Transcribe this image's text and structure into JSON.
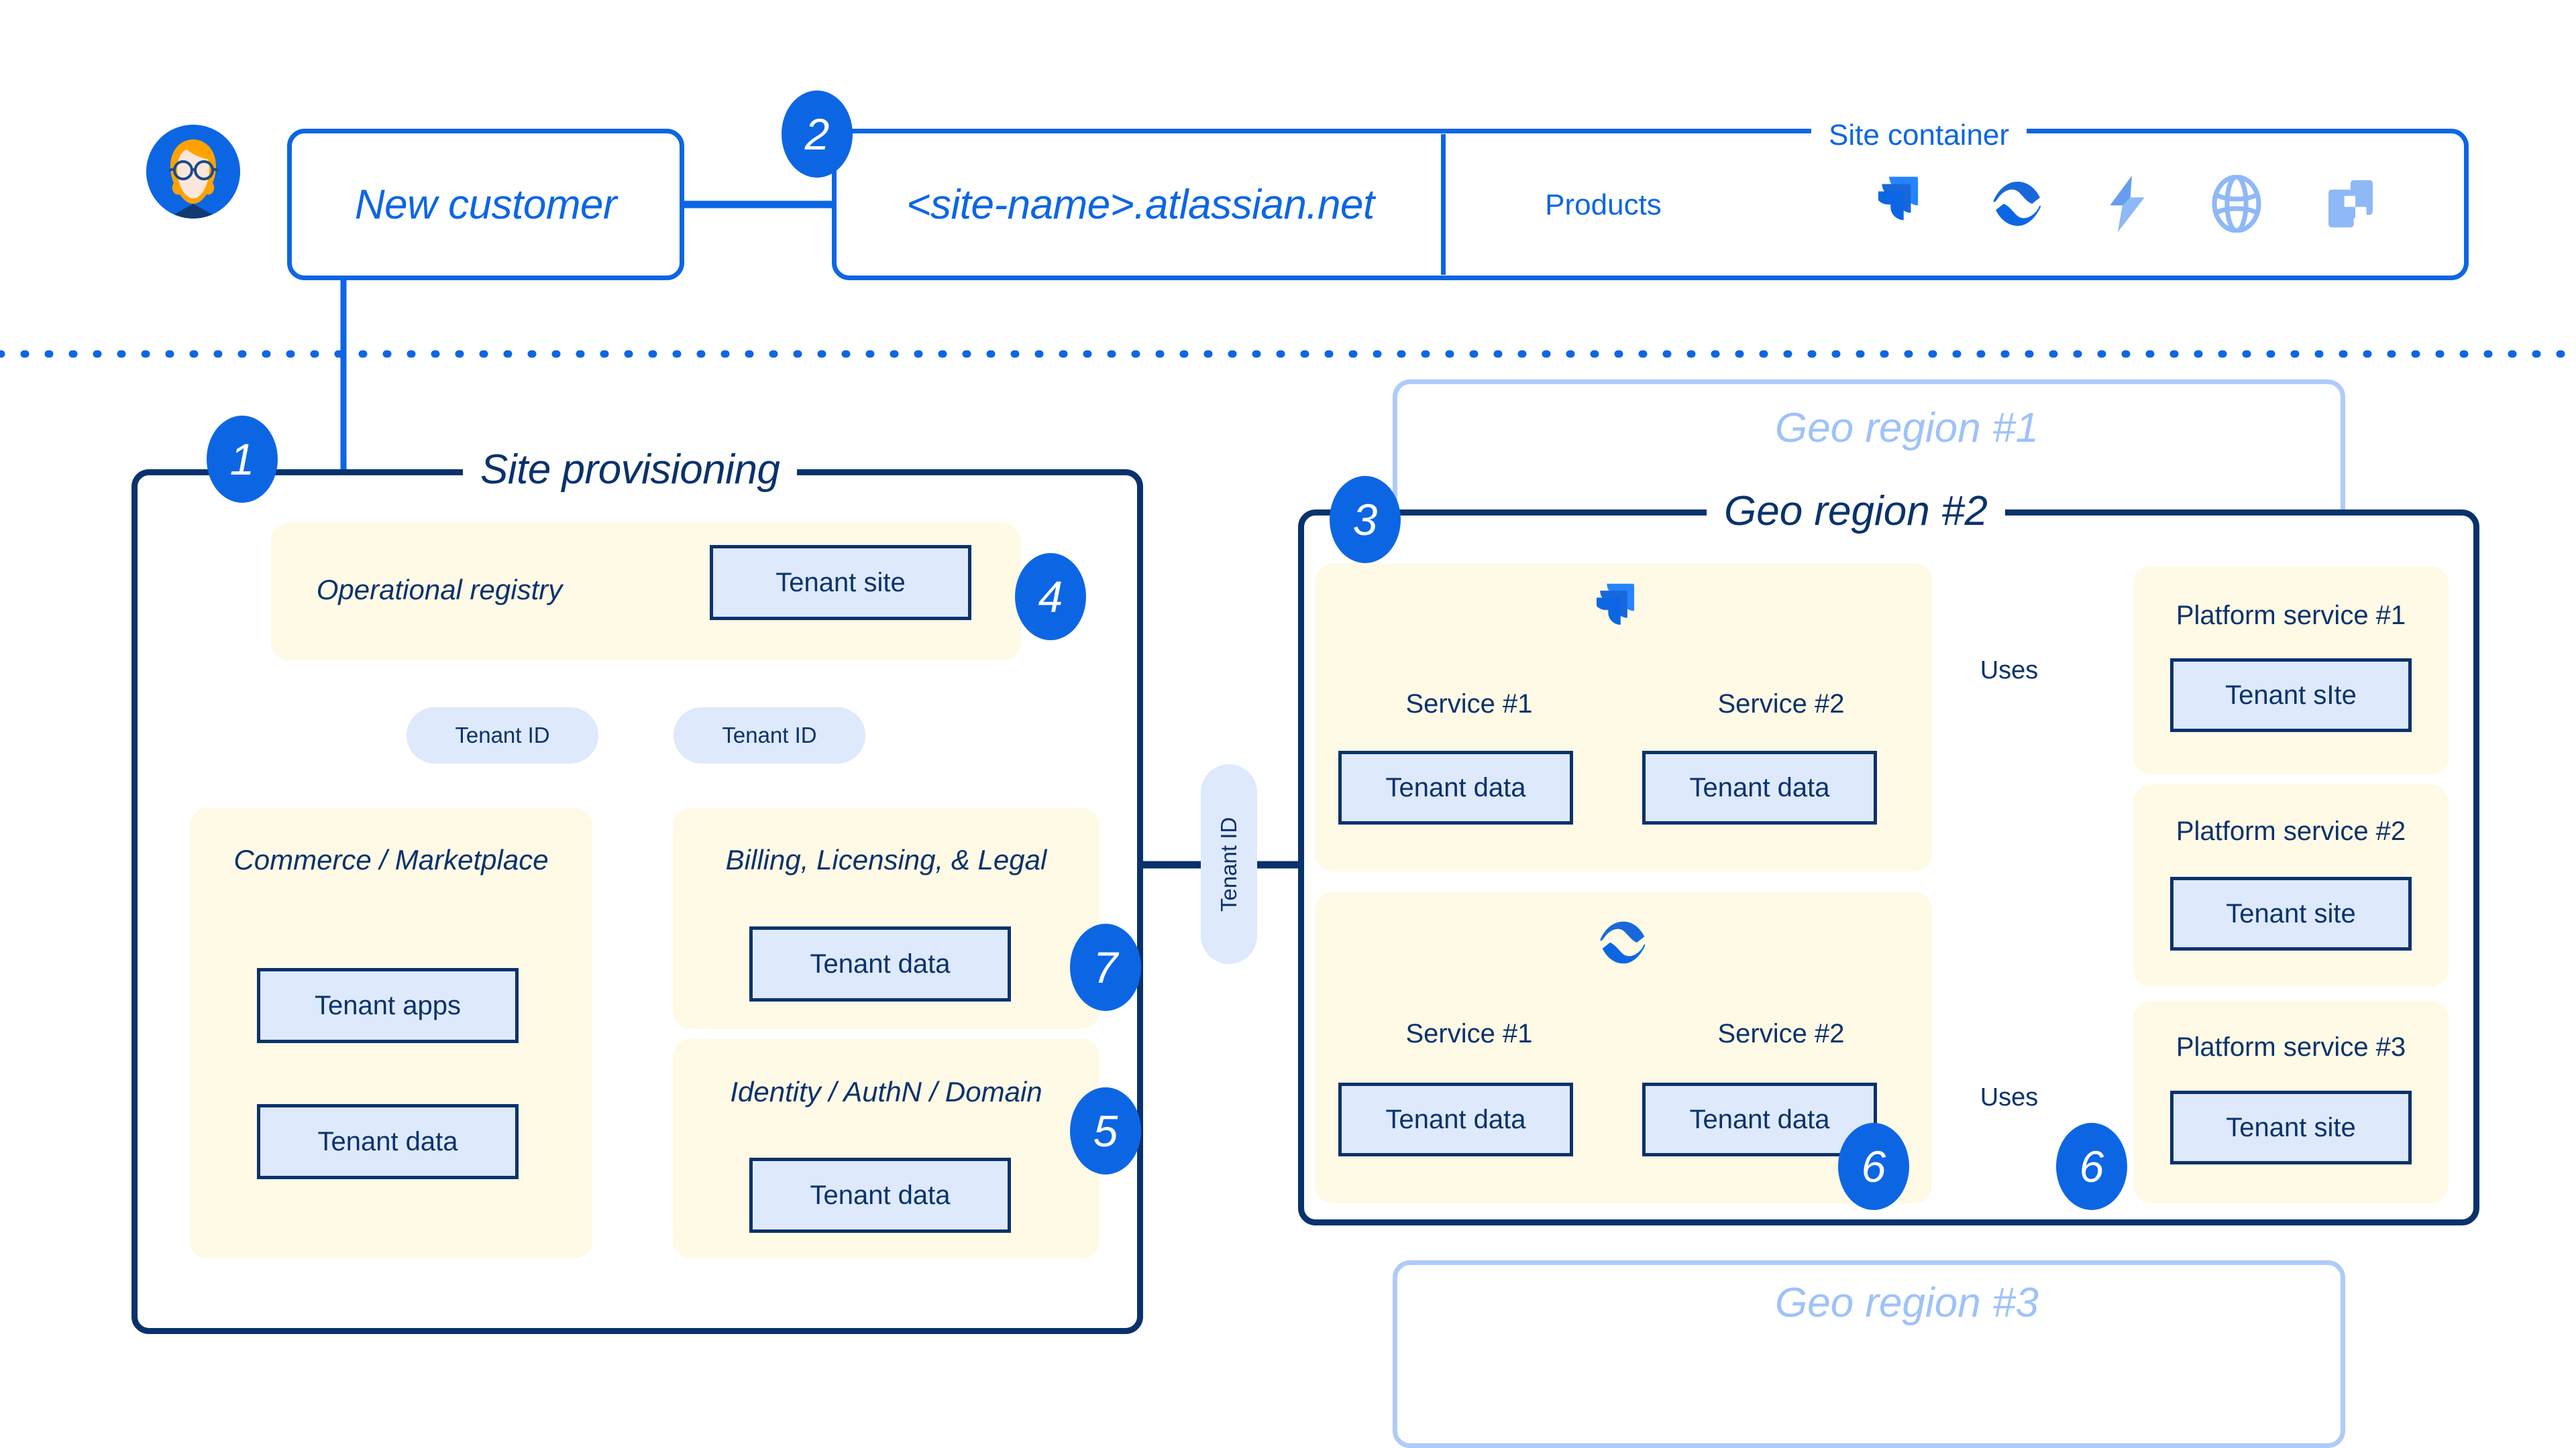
{
  "top": {
    "customer_label": "New customer",
    "site_name": "<site-name>.atlassian.net",
    "site_container_label": "Site container",
    "products_label": "Products",
    "product_icons": [
      "jira-icon",
      "confluence-icon",
      "jira-service-management-icon",
      "atlas-icon",
      "compass-icon"
    ]
  },
  "badges": {
    "one": "1",
    "two": "2",
    "three": "3",
    "four": "4",
    "five": "5",
    "six_a": "6",
    "six_b": "6",
    "seven": "7"
  },
  "provisioning": {
    "title": "Site provisioning",
    "registry": {
      "label": "Operational registry",
      "tile": "Tenant site"
    },
    "tenant_id_left": "Tenant ID",
    "tenant_id_right": "Tenant ID",
    "commerce": {
      "label": "Commerce / Marketplace",
      "tiles": [
        "Tenant apps",
        "Tenant data"
      ]
    },
    "billing": {
      "label": "Billing, Licensing, & Legal",
      "tiles": [
        "Tenant data"
      ]
    },
    "identity": {
      "label": "Identity / AuthN / Domain",
      "tiles": [
        "Tenant data"
      ]
    }
  },
  "bus": {
    "tenant_id_label": "Tenant ID"
  },
  "regions": {
    "ghost_top": "Geo region #1",
    "active": "Geo region #2",
    "ghost_bottom": "Geo region #3"
  },
  "region2": {
    "product_groups": [
      {
        "icon": "jira-icon",
        "services": [
          {
            "name": "Service #1",
            "tile": "Tenant data"
          },
          {
            "name": "Service #2",
            "tile": "Tenant data"
          }
        ]
      },
      {
        "icon": "confluence-icon",
        "services": [
          {
            "name": "Service #1",
            "tile": "Tenant data"
          },
          {
            "name": "Service #2",
            "tile": "Tenant data"
          }
        ]
      }
    ],
    "uses_label_top": "Uses",
    "uses_label_bottom": "Uses",
    "platform_services": [
      {
        "name": "Platform service #1",
        "tile": "Tenant sIte"
      },
      {
        "name": "Platform service #2",
        "tile": "Tenant site"
      },
      {
        "name": "Platform service #3",
        "tile": "Tenant site"
      }
    ]
  },
  "colors": {
    "bright_blue": "#0C66E4",
    "navy": "#09326C",
    "ghost_blue": "#AFCBFA",
    "cream": "#FFFAE6",
    "tile_blue": "#DEE9FC",
    "hair_orange": "#FFA200"
  }
}
